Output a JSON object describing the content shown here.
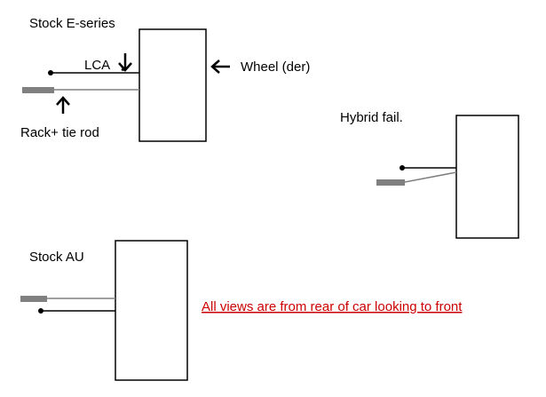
{
  "labels": {
    "stock_eseries": "Stock E-series",
    "lca": "LCA",
    "wheel": "Wheel (der)",
    "rack_tie_rod": "Rack+ tie rod",
    "hybrid_fail": "Hybrid fail.",
    "stock_au": "Stock AU"
  },
  "note": "All views are from rear of car looking to front",
  "colors": {
    "line": "#000000",
    "rod": "#808080",
    "note": "#cc0000"
  }
}
